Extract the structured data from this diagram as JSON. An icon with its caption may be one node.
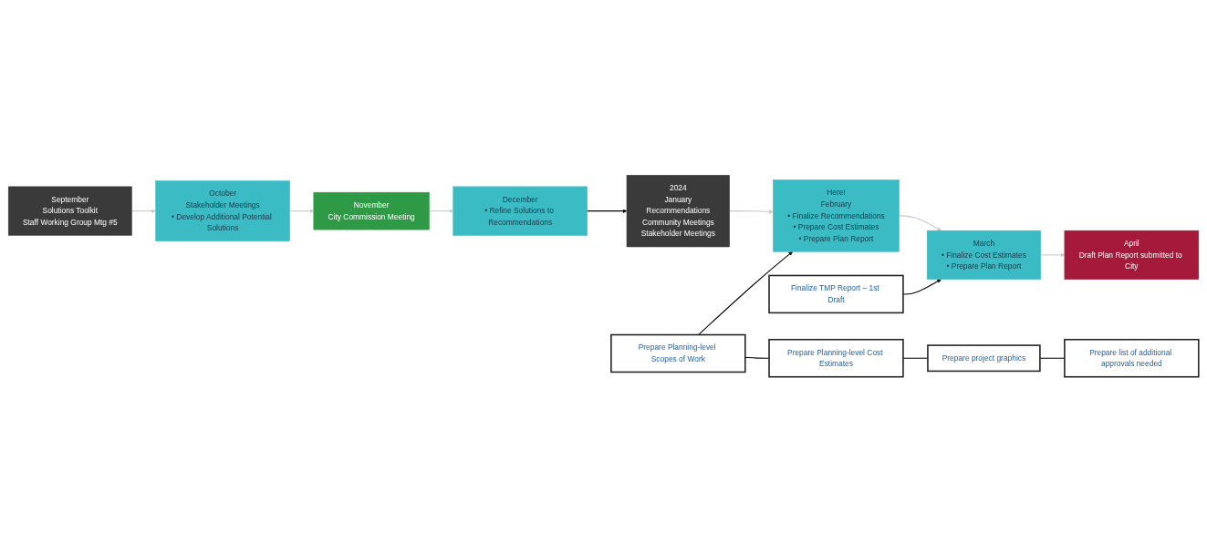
{
  "diagram": {
    "nodes": [
      {
        "text": [
          "September",
          "Solutions Toolkit",
          "Staff Working Group Mtg #5"
        ]
      },
      {
        "text": [
          "October",
          "Stakeholder Meetings",
          "• Develop Additional Potential Solutions"
        ]
      },
      {
        "text": [
          "November",
          "City Commission Meeting"
        ]
      },
      {
        "text": [
          "December",
          "• Refine Solutions to Recommendations"
        ]
      },
      {
        "text": [
          "2024",
          "January",
          "Recommendations",
          "Community Meetings",
          "Stakeholder Meetings"
        ]
      },
      {
        "text": [
          "Here!",
          "February",
          "• Finalize Recommendations",
          "• Prepare Cost Estimates",
          "• Prepare Plan Report"
        ]
      },
      {
        "text": [
          "March",
          "• Finalize Cost Estimates",
          "• Prepare Plan Report"
        ]
      },
      {
        "text": [
          "April",
          "Draft Plan Report submitted to City"
        ]
      },
      {
        "text": [
          "Prepare Planning-level Scopes of Work"
        ]
      },
      {
        "text": [
          "Prepare Planning-level Cost Estimates"
        ]
      },
      {
        "text": [
          "Prepare project graphics"
        ]
      },
      {
        "text": [
          "Prepare list of additional approvals needed"
        ]
      },
      {
        "text": [
          "Finalize TMP Report – 1st Draft"
        ]
      }
    ],
    "edges": [
      {
        "from": 0,
        "to": 1,
        "arrow": "to"
      },
      {
        "from": 1,
        "to": 2,
        "arrow": "to"
      },
      {
        "from": 2,
        "to": 3,
        "arrow": "to"
      },
      {
        "from": 3,
        "to": 4,
        "arrow": "to",
        "color": "#000000"
      },
      {
        "from": 4,
        "to": 5,
        "arrow": "to"
      },
      {
        "from": 5,
        "to": 6,
        "arrow": "to"
      },
      {
        "from": 6,
        "to": 7,
        "arrow": "to"
      },
      {
        "from": 8,
        "to": 5,
        "arrow": "to",
        "color": "#000000"
      },
      {
        "from": 8,
        "to": 9,
        "arrow": "none",
        "color": "#000000"
      },
      {
        "from": 9,
        "to": 10,
        "arrow": "none",
        "color": "#000000"
      },
      {
        "from": 10,
        "to": 11,
        "arrow": "none",
        "color": "#000000"
      },
      {
        "from": 12,
        "to": 6,
        "arrow": "to",
        "color": "#000000"
      }
    ]
  }
}
